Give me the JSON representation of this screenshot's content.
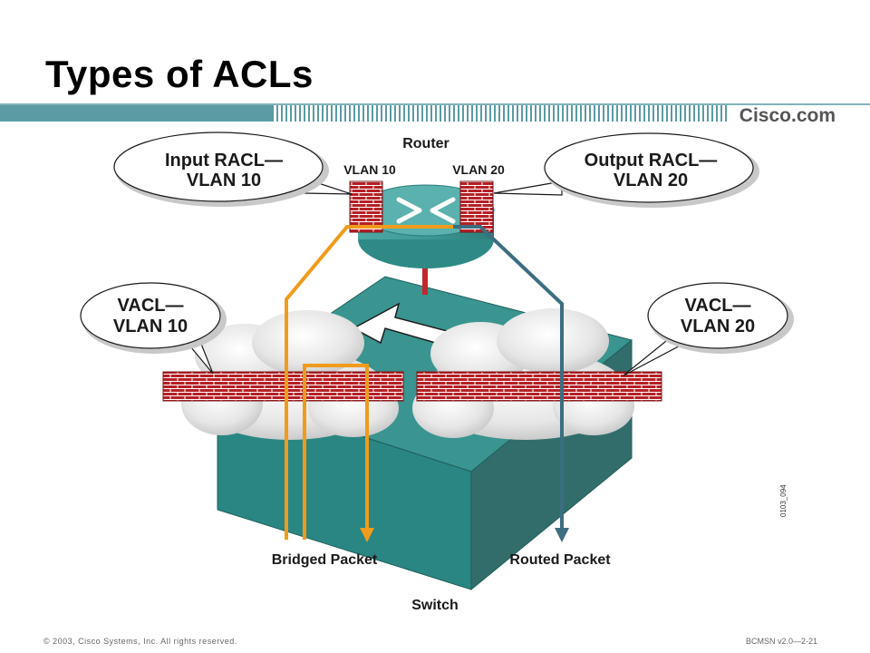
{
  "slide": {
    "title": "Types of ACLs",
    "brand": "Cisco.com",
    "copyright": "© 2003, Cisco Systems, Inc. All rights reserved.",
    "course_ref": "BCMSN v2.0—2-21"
  },
  "diagram": {
    "router_label": "Router",
    "vlan10_label": "VLAN 10",
    "vlan20_label": "VLAN 20",
    "callout_input_racl": [
      "Input RACL—",
      "VLAN 10"
    ],
    "callout_output_racl": [
      "Output RACL—",
      "VLAN 20"
    ],
    "callout_vacl_10": [
      "VACL—",
      "VLAN 10"
    ],
    "callout_vacl_20": [
      "VACL—",
      "VLAN 20"
    ],
    "bridged_packet_label": "Bridged Packet",
    "routed_packet_label": "Routed Packet",
    "switch_label": "Switch",
    "figure_id": "0103_094"
  },
  "colors": {
    "band_teal": "#5b9ba3",
    "switch_top": "#3a9490",
    "switch_front": "#2a8682",
    "switch_side": "#326d6c",
    "router_teal": "#3d9a96",
    "firewall_red": "#b52025",
    "bridged_path": "#f19b1c",
    "routed_path": "#3c6e80"
  }
}
